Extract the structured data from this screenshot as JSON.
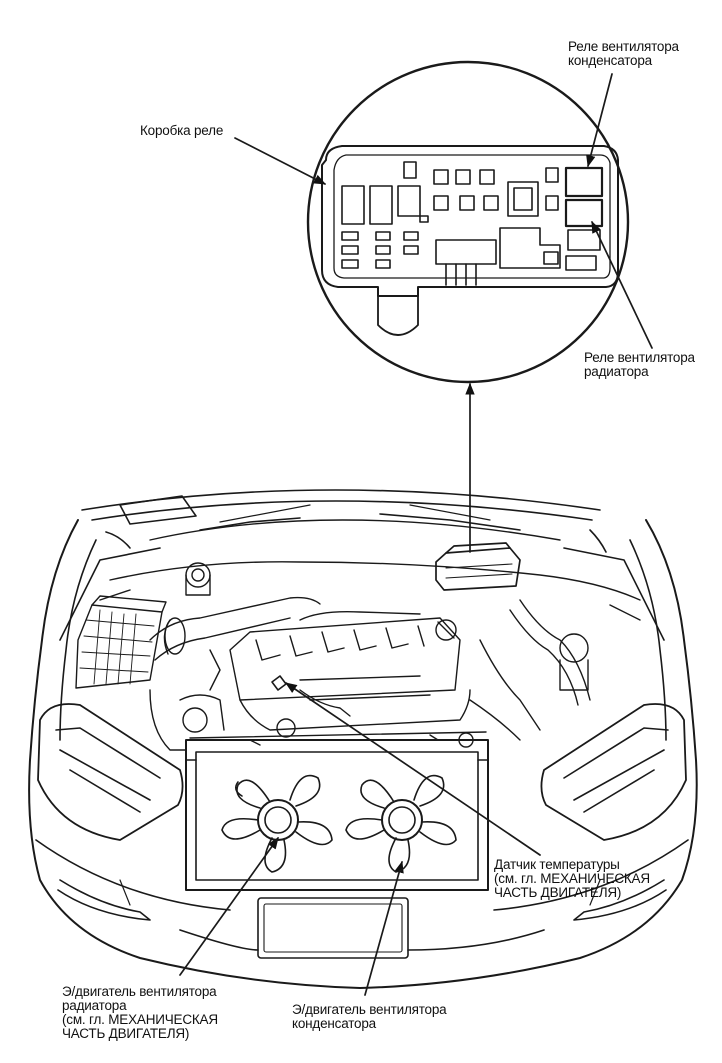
{
  "labels": {
    "relay_box": "Коробка реле",
    "condenser_relay": [
      "Реле вентилятора",
      "конденсатора"
    ],
    "radiator_relay": [
      "Реле вентилятора",
      "радиатора"
    ],
    "temp_sensor": [
      "Датчик температуры",
      "(см. гл. МЕХАНИЧЕСКАЯ",
      "ЧАСТЬ ДВИГАТЕЛЯ)"
    ],
    "radiator_fan_motor": [
      "Э/двигатель вентилятора",
      "радиатора",
      "(см. гл. МЕХАНИЧЕСКАЯ",
      "ЧАСТЬ ДВИГАТЕЛЯ)"
    ],
    "condenser_fan_motor": [
      "Э/двигатель вентилятора",
      "конденсатора"
    ]
  },
  "colors": {
    "ink": "#1a1a1a",
    "paper": "#ffffff"
  }
}
